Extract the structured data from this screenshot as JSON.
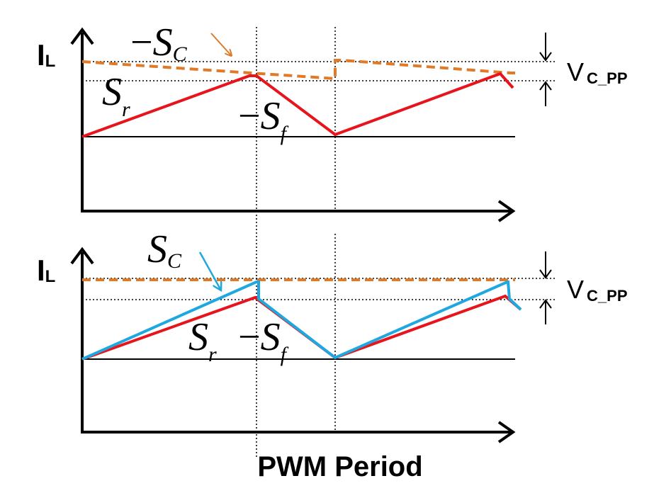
{
  "top_panel": {
    "y_axis_label_main": "I",
    "y_axis_label_sub": "L",
    "slope_comp_label_prefix": "−",
    "slope_comp_label_main": "S",
    "slope_comp_label_sub": "C",
    "rise_slope_label_main": "S",
    "rise_slope_label_sub": "r",
    "fall_slope_label_prefix": "−",
    "fall_slope_label_main": "S",
    "fall_slope_label_sub": "f",
    "vc_label_main": "V",
    "vc_label_sub": "C_PP"
  },
  "bottom_panel": {
    "y_axis_label_main": "I",
    "y_axis_label_sub": "L",
    "slope_comp_label_main": "S",
    "slope_comp_label_sub": "C",
    "rise_slope_label_main": "S",
    "rise_slope_label_sub": "r",
    "fall_slope_label_prefix": "−",
    "fall_slope_label_main": "S",
    "fall_slope_label_sub": "f",
    "vc_label_main": "V",
    "vc_label_sub": "C_PP"
  },
  "x_axis_caption": "PWM Period",
  "colors": {
    "inductor_current": "#e8141c",
    "compensation_ramp": "#e07a26",
    "slope_sum": "#1fa8e0",
    "axes": "#000000"
  }
}
